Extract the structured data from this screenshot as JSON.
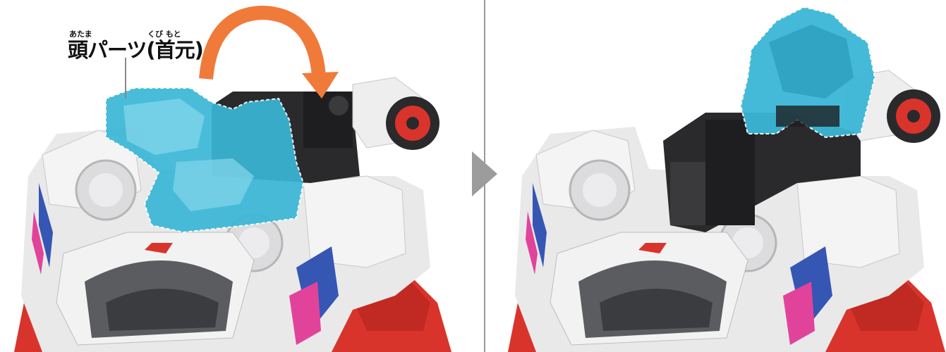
{
  "label": {
    "main": "頭パーツ(首元)",
    "ruby_atama": "あたま",
    "ruby_kubimoto": "くび もと"
  },
  "colors": {
    "highlight_part": "#3ab7d6",
    "rotation_arrow": "#f07a3a",
    "divider": "#9a9a9a",
    "next_arrow": "#9c9c9c",
    "robot_white": "#e9e9ea",
    "robot_black": "#2a2a2c",
    "robot_red": "#d9342b"
  },
  "icons": {
    "rotation": "curved-arrow-icon",
    "next_step": "triangle-right-icon"
  }
}
